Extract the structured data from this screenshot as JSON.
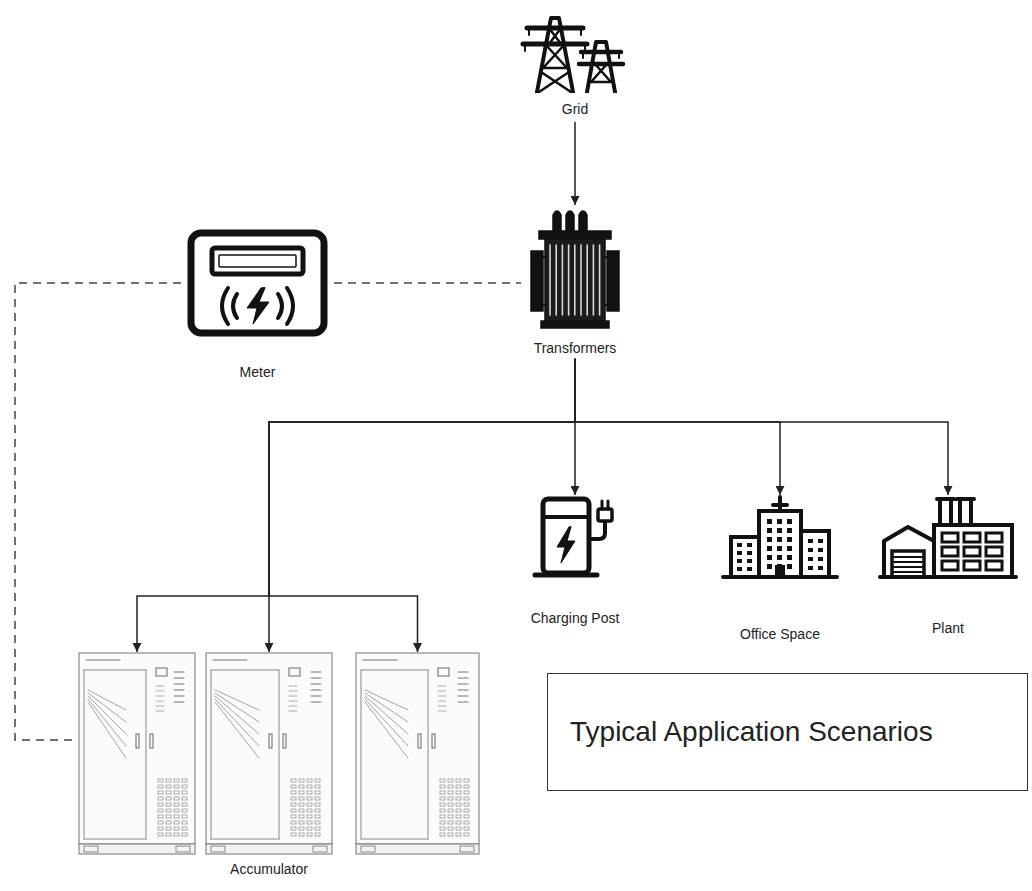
{
  "diagram": {
    "nodes": [
      {
        "text": [
          "Grid"
        ]
      },
      {
        "text": [
          "Meter"
        ]
      },
      {
        "text": [
          "Transformers"
        ]
      },
      {
        "text": [
          "Charging Post"
        ]
      },
      {
        "text": [
          "Office Space"
        ]
      },
      {
        "text": [
          "Plant"
        ]
      },
      {
        "text": []
      },
      {
        "text": [
          "Accumulator"
        ]
      },
      {
        "text": []
      },
      {
        "text": [
          "Typical Application Scenarios"
        ]
      }
    ],
    "edges": [
      {
        "from": 0,
        "to": 2,
        "arrow": "to"
      },
      {
        "from": 1,
        "to": 2,
        "arrow": "none"
      },
      {
        "from": 1,
        "to": 6,
        "arrow": "none"
      },
      {
        "from": 2,
        "to": 3,
        "arrow": "to"
      },
      {
        "from": 2,
        "to": 4,
        "arrow": "to"
      },
      {
        "from": 2,
        "to": 5,
        "arrow": "to"
      },
      {
        "from": 2,
        "to": 6,
        "arrow": "to"
      },
      {
        "from": 2,
        "to": 7,
        "arrow": "to"
      },
      {
        "from": 2,
        "to": 8,
        "arrow": "to"
      }
    ]
  }
}
